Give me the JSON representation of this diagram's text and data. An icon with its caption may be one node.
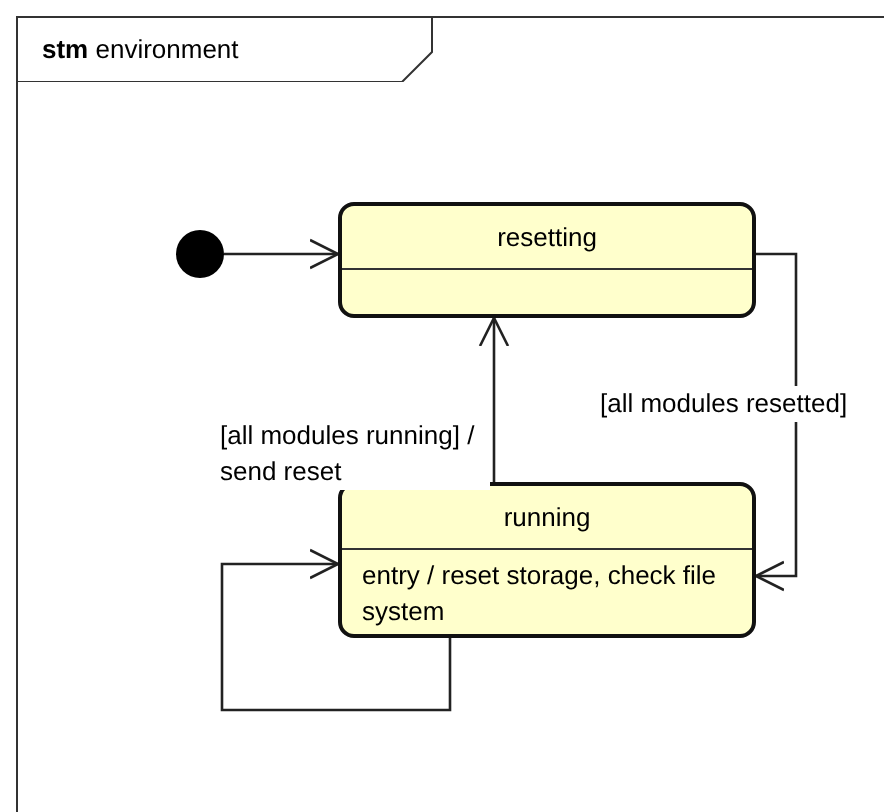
{
  "diagram": {
    "nodes": [
      {
        "text": [
          "**stm** environment"
        ]
      },
      {
        "text": [],
        "shape": "circle",
        "in": 0
      },
      {
        "text": [
          "resetting"
        ],
        "in": 0
      },
      {
        "text": [
          "running",
          "entry / reset storage, check file system"
        ],
        "in": 0
      }
    ],
    "edges": [
      {
        "from": 1,
        "to": 2,
        "arrow": "to"
      },
      {
        "from": 3,
        "to": 2,
        "arrow": "to",
        "label": "[all modules running] / send reset"
      },
      {
        "from": 2,
        "to": 3,
        "arrow": "to",
        "label": "[all modules resetted]"
      },
      {
        "from": 3,
        "to": 3,
        "arrow": "to"
      }
    ]
  }
}
